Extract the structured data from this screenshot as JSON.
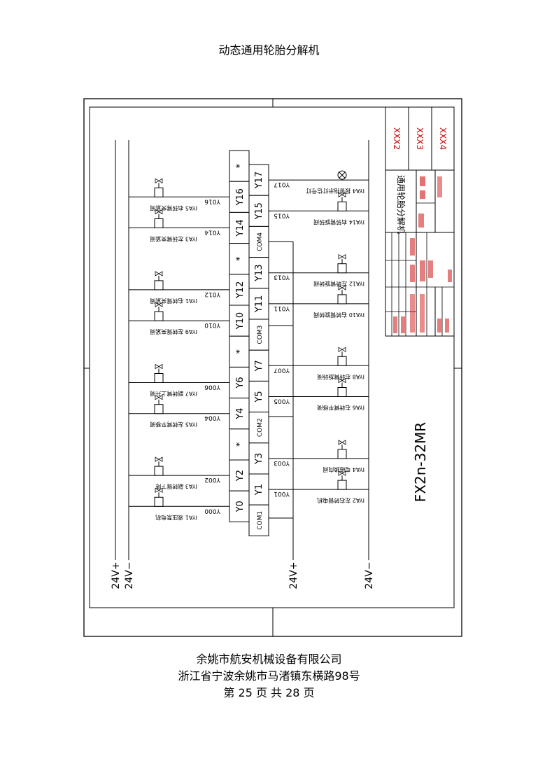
{
  "page": {
    "title": "动态通用轮胎分解机",
    "company": "余姚市航安机械设备有限公司",
    "address": "浙江省宁波余姚市马渚镇东横路98号",
    "page_label": "第 25 页 共 28 页"
  },
  "plc": {
    "model": "FX2n-32MR",
    "left_column": [
      "*",
      "Y16",
      "Y14",
      "*",
      "Y12",
      "Y10",
      "*",
      "Y6",
      "Y4",
      "*",
      "Y2",
      "Y0"
    ],
    "right_column": [
      "Y17",
      "Y15",
      "COM4",
      "Y13",
      "Y11",
      "COM3",
      "Y7",
      "Y5",
      "COM2",
      "Y3",
      "Y1",
      "COM1"
    ]
  },
  "rails": {
    "left_plus": "24V+",
    "left_minus": "24V−",
    "mid_plus": "24V+",
    "right_minus": "24V−"
  },
  "left_outputs": [
    {
      "addr": "Y016",
      "label": "IYA5 右转臂夹紧阀"
    },
    {
      "addr": "Y014",
      "label": "IYA3 左转臂夹紧阀"
    },
    {
      "addr": "Y012",
      "label": "IYA1 右转臂夹紧阀"
    },
    {
      "addr": "Y010",
      "label": "IYA9 左转臂夹紧阀"
    },
    {
      "addr": "Y006",
      "label": "IYA7 副转臂上升阀"
    },
    {
      "addr": "Y004",
      "label": "IYA5 左转臂平移阀"
    },
    {
      "addr": "Y002",
      "label": "IYA3 副转臂下降"
    },
    {
      "addr": "Y000",
      "label": "IYA1 液压泵电机"
    }
  ],
  "right_outputs": [
    {
      "addr": "Y017",
      "label": "IYA4 报警指示灯信号灯"
    },
    {
      "addr": "Y015",
      "label": "IYA14 右转臂旋转阀"
    },
    {
      "addr": "Y013",
      "label": "IYA12 左转臂旋转阀"
    },
    {
      "addr": "Y011",
      "label": "IYA10 右转臂旋转阀"
    },
    {
      "addr": "Y007",
      "label": "IYA8 右转臂旋转阀"
    },
    {
      "addr": "Y005",
      "label": "IYA6 右转臂平移阀"
    },
    {
      "addr": "Y003",
      "label": "IYA4 电磁换向阀"
    },
    {
      "addr": "Y001",
      "label": "IYA2 左右转臂电机"
    }
  ],
  "title_block": {
    "columns": [
      "XXX2",
      "XXX3",
      "XXX4"
    ],
    "drawing_name": "通用轮胎分解机"
  }
}
